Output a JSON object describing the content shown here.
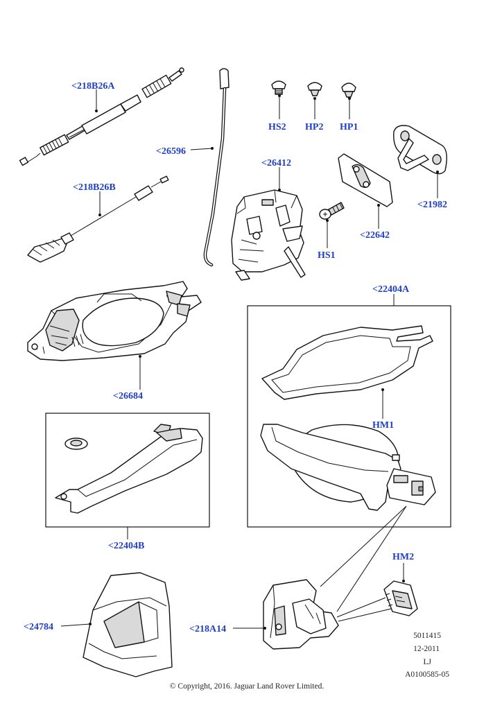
{
  "callouts": {
    "c218B26A": "<218B26A",
    "c26596": "<26596",
    "c218B26B": "<218B26B",
    "cHS2": "HS2",
    "cHP2": "HP2",
    "cHP1": "HP1",
    "c26412": "<26412",
    "cHS1": "HS1",
    "c22642": "<22642",
    "c21982": "<21982",
    "c26684": "<26684",
    "c22404A": "<22404A",
    "cHM1": "HM1",
    "c22404B": "<22404B",
    "cHM2": "HM2",
    "c24784": "<24784",
    "c218A14": "<218A14"
  },
  "footer": {
    "ref_number": "5011415",
    "date": "12-2011",
    "initials": "LJ",
    "illustration_id": "A0100585-05",
    "copyright": "© Copyright, 2016. Jaguar Land Rover Limited."
  },
  "colors": {
    "callout_text": "#1f3ec8",
    "line": "#111111"
  }
}
